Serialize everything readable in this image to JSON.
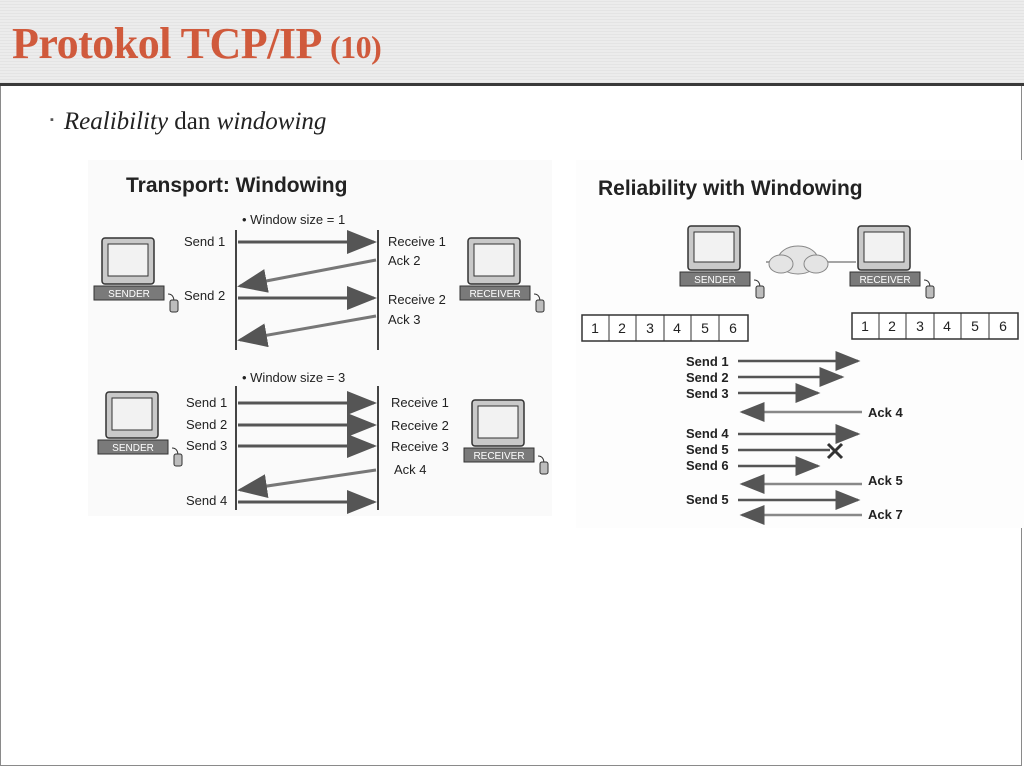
{
  "slide": {
    "title": "Protokol TCP/IP",
    "title_number": "(10)",
    "bullet": {
      "marker": "▪",
      "part1": "Realibility",
      "part2": " dan ",
      "part3": "windowing"
    }
  },
  "left_figure": {
    "title": "Transport: Windowing",
    "computer_sender": "SENDER",
    "computer_receiver": "RECEIVER",
    "section1": {
      "window_label": "• Window size = 1",
      "send1": "Send 1",
      "send2": "Send 2",
      "receive1": "Receive 1",
      "ack2": "Ack 2",
      "receive2": "Receive 2",
      "ack3": "Ack 3"
    },
    "section2": {
      "window_label": "• Window size = 3",
      "send1": "Send 1",
      "send2": "Send 2",
      "send3": "Send 3",
      "send4": "Send 4",
      "receive1": "Receive 1",
      "receive2": "Receive 2",
      "receive3": "Receive 3",
      "ack4": "Ack 4"
    }
  },
  "right_figure": {
    "title": "Reliability with Windowing",
    "computer_sender": "SENDER",
    "computer_receiver": "RECEIVER",
    "sender_buffer": [
      "1",
      "2",
      "3",
      "4",
      "5",
      "6"
    ],
    "receiver_buffer": [
      "1",
      "2",
      "3",
      "4",
      "5",
      "6"
    ],
    "send1": "Send 1",
    "send2": "Send 2",
    "send3": "Send 3",
    "ack4": "Ack 4",
    "send4": "Send 4",
    "send5": "Send 5",
    "send6": "Send 6",
    "ack5": "Ack 5",
    "send5_retry": "Send 5",
    "ack7": "Ack 7"
  }
}
